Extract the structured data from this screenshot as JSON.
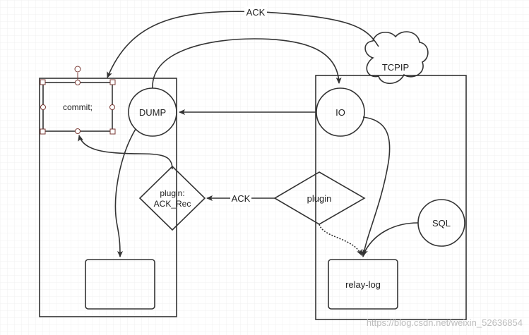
{
  "nodes": {
    "commit": "commit;",
    "dump": "DUMP",
    "io": "IO",
    "tcpip": "TCPIP",
    "plugin_master_line1": "plugin:",
    "plugin_master_line2": "ACK_Rec",
    "plugin_slave": "plugin",
    "sql": "SQL",
    "relay_log": "relay-log"
  },
  "edges": {
    "ack_top": "ACK",
    "ack_middle": "ACK"
  },
  "watermark": "https://blog.csdn.net/weixin_52636854",
  "colors": {
    "stroke": "#333333",
    "selection": "#7a3a34",
    "grid": "#ececec"
  }
}
